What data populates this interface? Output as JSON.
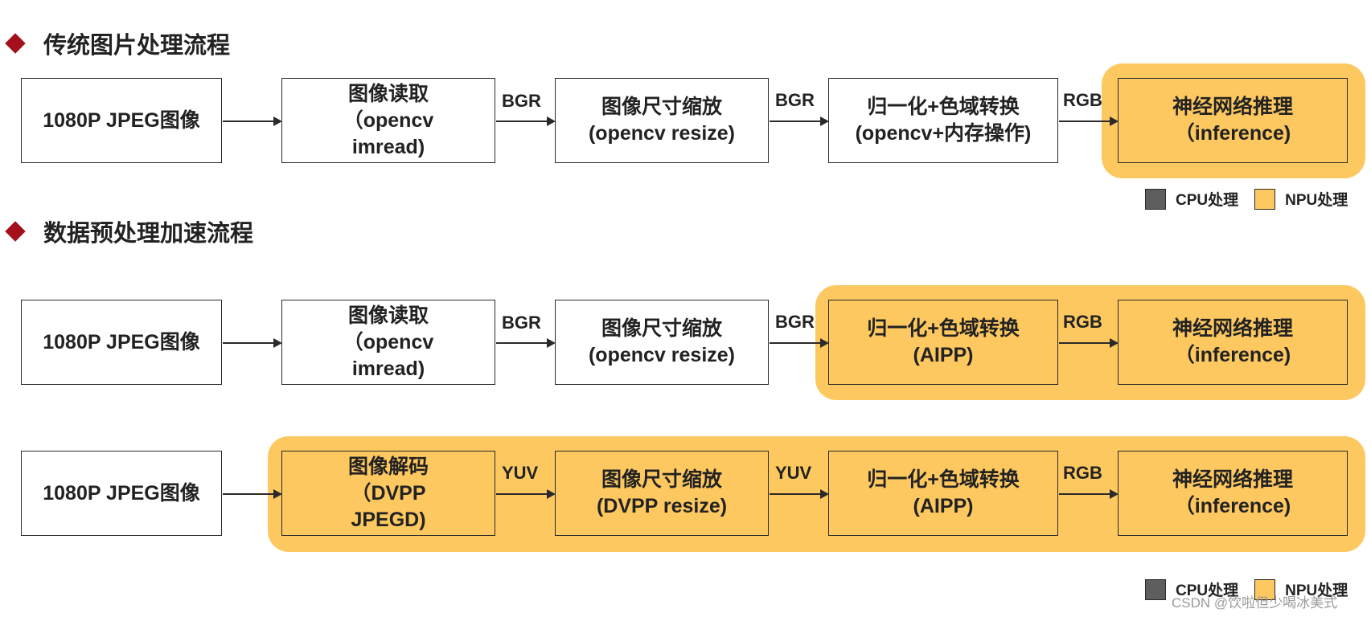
{
  "colors": {
    "npu": "#fdc85f",
    "cpu": "#5e5e5e",
    "bullet": "#a30f1a"
  },
  "sections": {
    "traditional_title": "传统图片处理流程",
    "accelerated_title": "数据预处理加速流程"
  },
  "rows": {
    "r1": {
      "n1": [
        "1080P JPEG图像"
      ],
      "n2": [
        "图像读取",
        "（opencv",
        "imread)"
      ],
      "n3": [
        "图像尺寸缩放",
        "(opencv resize)"
      ],
      "n4": [
        "归一化+色域转换",
        "(opencv+内存操作)"
      ],
      "n5": [
        "神经网络推理",
        "（inference)"
      ],
      "a2": "BGR",
      "a3": "BGR",
      "a4": "RGB"
    },
    "r2": {
      "n1": [
        "1080P JPEG图像"
      ],
      "n2": [
        "图像读取",
        "（opencv",
        "imread)"
      ],
      "n3": [
        "图像尺寸缩放",
        "(opencv resize)"
      ],
      "n4": [
        "归一化+色域转换",
        "(AIPP)"
      ],
      "n5": [
        "神经网络推理",
        "（inference)"
      ],
      "a2": "BGR",
      "a3": "BGR",
      "a4": "RGB"
    },
    "r3": {
      "n1": [
        "1080P JPEG图像"
      ],
      "n2": [
        "图像解码",
        "（DVPP",
        "JPEGD)"
      ],
      "n3": [
        "图像尺寸缩放",
        "(DVPP resize)"
      ],
      "n4": [
        "归一化+色域转换",
        "(AIPP)"
      ],
      "n5": [
        "神经网络推理",
        "（inference)"
      ],
      "a2": "YUV",
      "a3": "YUV",
      "a4": "RGB"
    }
  },
  "legend": {
    "cpu_label": "CPU处理",
    "npu_label": "NPU处理"
  },
  "watermark": "CSDN @饮啦但少喝冰美式"
}
